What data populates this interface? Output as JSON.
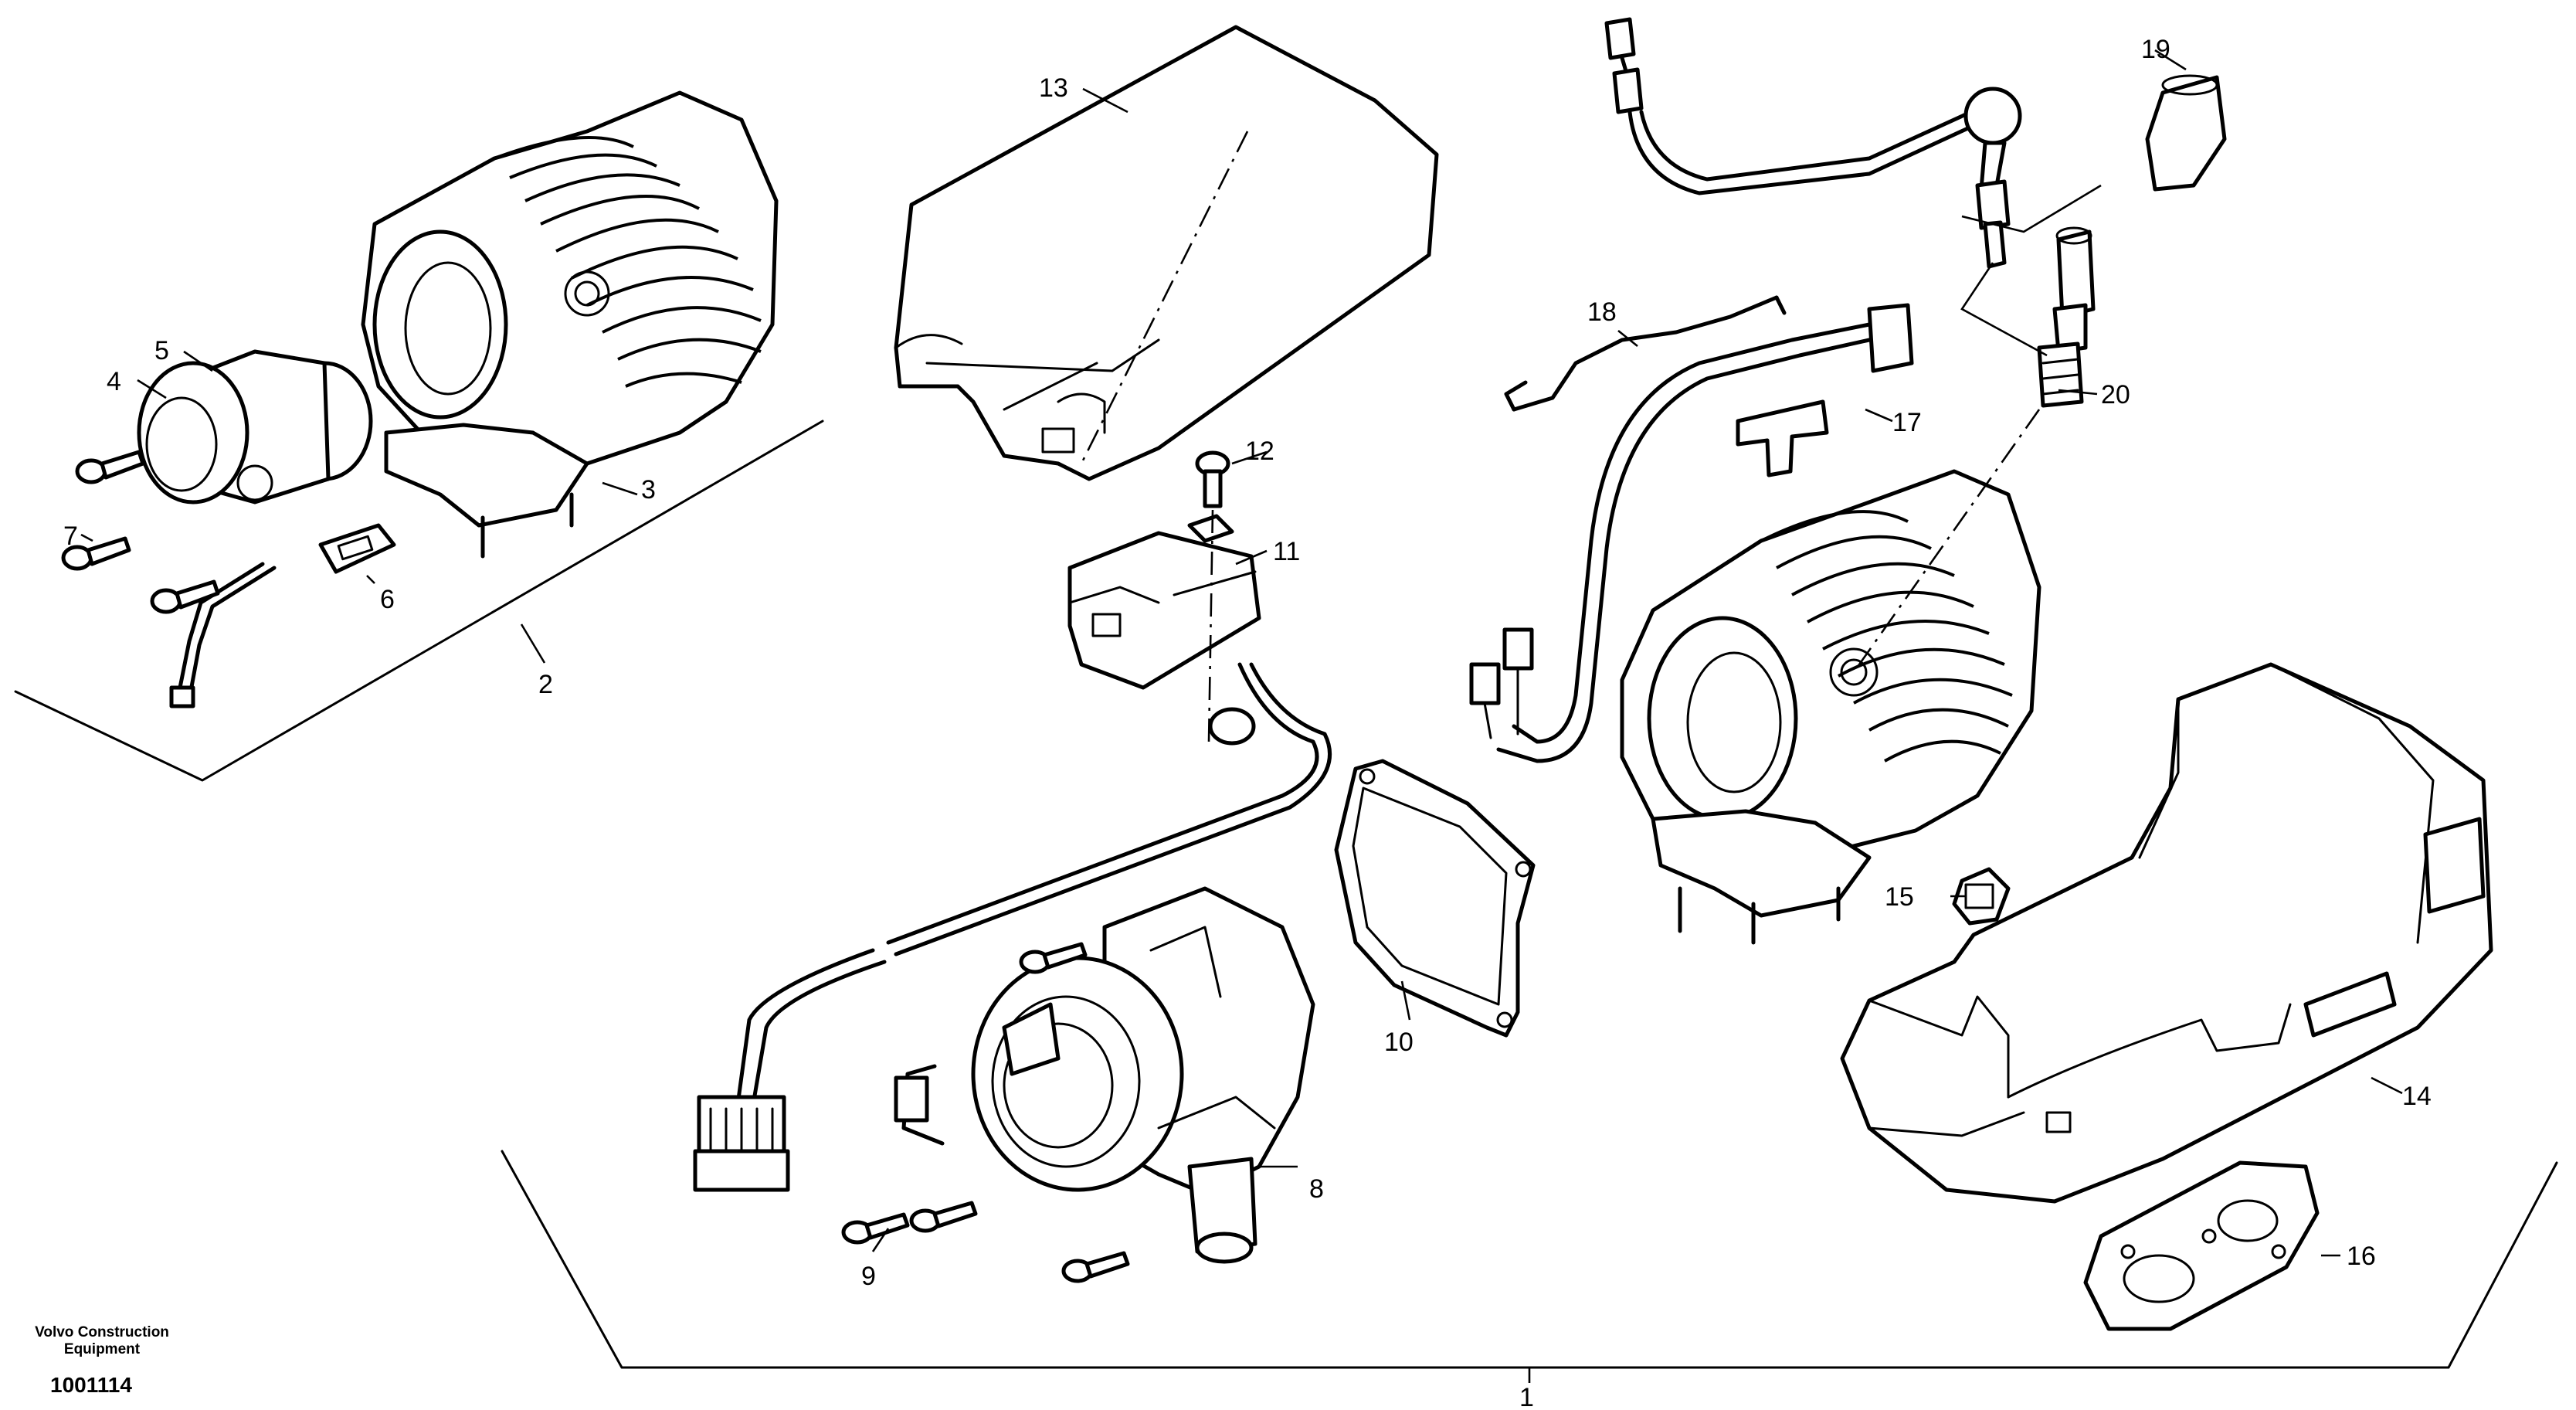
{
  "callouts": {
    "c1": "1",
    "c2": "2",
    "c3": "3",
    "c4": "4",
    "c5": "5",
    "c6": "6",
    "c7": "7",
    "c8": "8",
    "c9": "9",
    "c10": "10",
    "c11": "11",
    "c12": "12",
    "c13": "13",
    "c14": "14",
    "c15": "15",
    "c16": "16",
    "c17": "17",
    "c18": "18",
    "c19": "19",
    "c20": "20"
  },
  "footer": {
    "brand_line1": "Volvo Construction",
    "brand_line2": "Equipment",
    "doc_number": "1001114"
  }
}
